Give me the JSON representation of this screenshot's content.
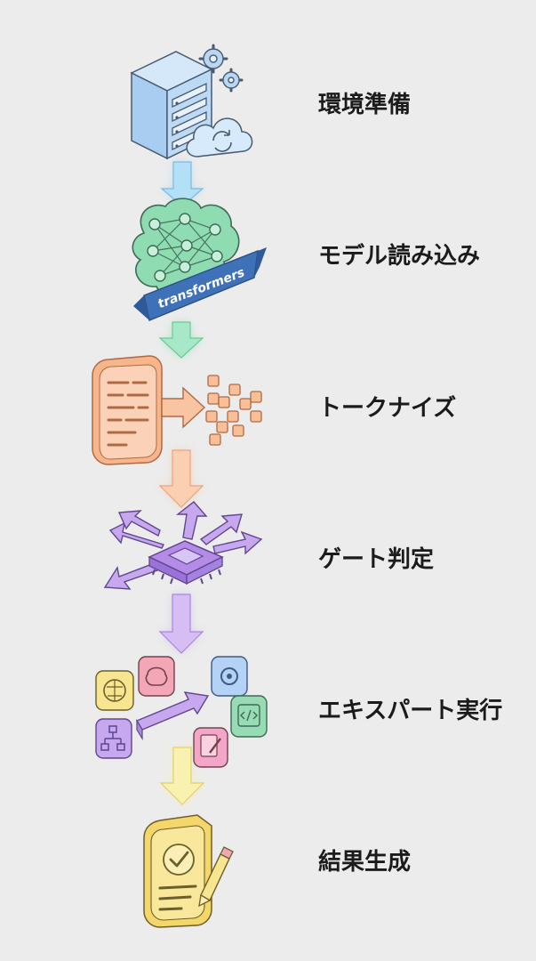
{
  "steps": [
    {
      "label": "環境準備",
      "icon": "server-cloud-gears-icon",
      "color": "#a8cdf0"
    },
    {
      "label": "モデル読み込み",
      "icon": "neural-brain-icon",
      "color": "#8fdcb3",
      "banner": "transformers"
    },
    {
      "label": "トークナイズ",
      "icon": "document-to-tokens-icon",
      "color": "#f7b58c"
    },
    {
      "label": "ゲート判定",
      "icon": "router-chip-icon",
      "color": "#c7a8ee"
    },
    {
      "label": "エキスパート実行",
      "icon": "expert-modules-icon",
      "color": "#b3d2f5"
    },
    {
      "label": "結果生成",
      "icon": "result-document-check-icon",
      "color": "#f8e58f"
    }
  ],
  "arrow_colors": [
    "#9fd3f3",
    "#8fe0b8",
    "#f8c39f",
    "#cdb0f0",
    "#f7ee9c"
  ]
}
